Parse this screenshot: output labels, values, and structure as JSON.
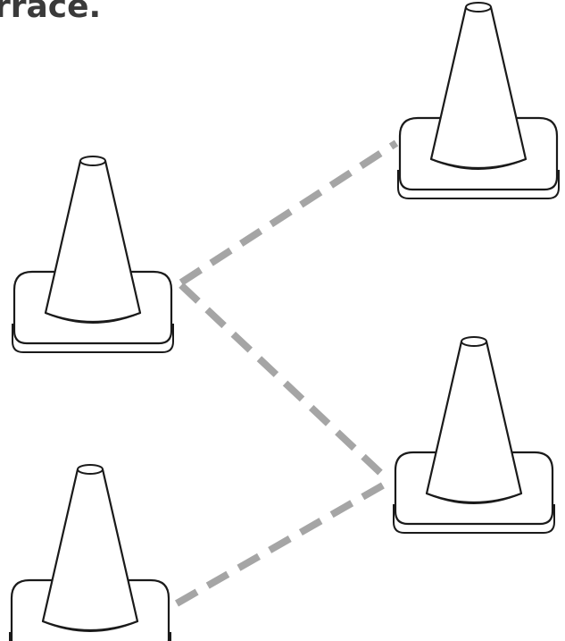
{
  "heading": {
    "text": "rrace."
  },
  "colors": {
    "background": "#ffffff",
    "cone_fill": "#ffffff",
    "cone_outline": "#1a1a1a",
    "dashed_line": "#a5a5a5",
    "heading_text": "#3a3a3a"
  },
  "diagram": {
    "cones": [
      "cone-top-right",
      "cone-middle-left",
      "cone-middle-right",
      "cone-bottom-left"
    ],
    "connections": [
      {
        "from": "cone-middle-left",
        "to": "cone-top-right"
      },
      {
        "from": "cone-middle-left",
        "to": "cone-middle-right"
      },
      {
        "from": "cone-bottom-left",
        "to": "cone-middle-right"
      }
    ]
  }
}
